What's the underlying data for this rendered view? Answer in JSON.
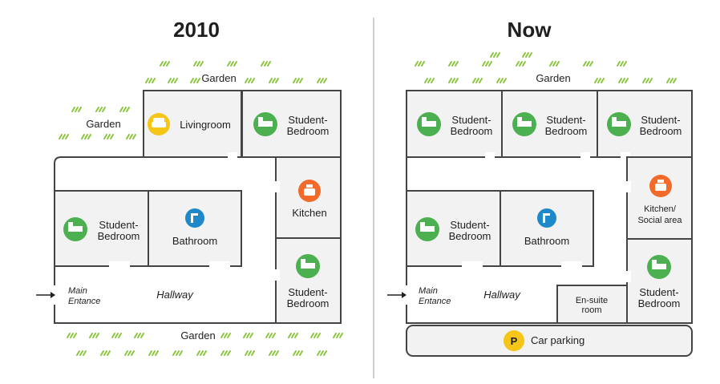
{
  "plans": [
    {
      "title": "2010",
      "garden_top": "Garden",
      "garden_left": "Garden",
      "garden_bottom": "Garden",
      "rooms": {
        "livingroom": "Livingroom",
        "bedroom_top": [
          "Student-",
          "Bedroom"
        ],
        "kitchen": "Kitchen",
        "bedroom_left": [
          "Student-",
          "Bedroom"
        ],
        "bathroom": "Bathroom",
        "bedroom_bottom": [
          "Student-",
          "Bedroom"
        ]
      },
      "hallway": "Hallway",
      "entrance": [
        "Main",
        "Entance"
      ]
    },
    {
      "title": "Now",
      "garden_top": "Garden",
      "rooms": {
        "bedroom_1": [
          "Student-",
          "Bedroom"
        ],
        "bedroom_2": [
          "Student-",
          "Bedroom"
        ],
        "bedroom_3": [
          "Student-",
          "Bedroom"
        ],
        "kitchen": [
          "Kitchen/",
          "Social area"
        ],
        "bedroom_left": [
          "Student-",
          "Bedroom"
        ],
        "bathroom": "Bathroom",
        "ensuite": [
          "En-suite",
          "room"
        ],
        "bedroom_bottom": [
          "Student-",
          "Bedroom"
        ]
      },
      "hallway": "Hallway",
      "entrance": [
        "Main",
        "Entance"
      ],
      "parking": "Car parking",
      "parking_icon": "P"
    }
  ],
  "colors": {
    "bedroom": "#4caf50",
    "living": "#f5c518",
    "kitchen": "#f26b2b",
    "bathroom": "#1e88c9",
    "parking": "#f5c518",
    "grass": "#8cc63f"
  }
}
